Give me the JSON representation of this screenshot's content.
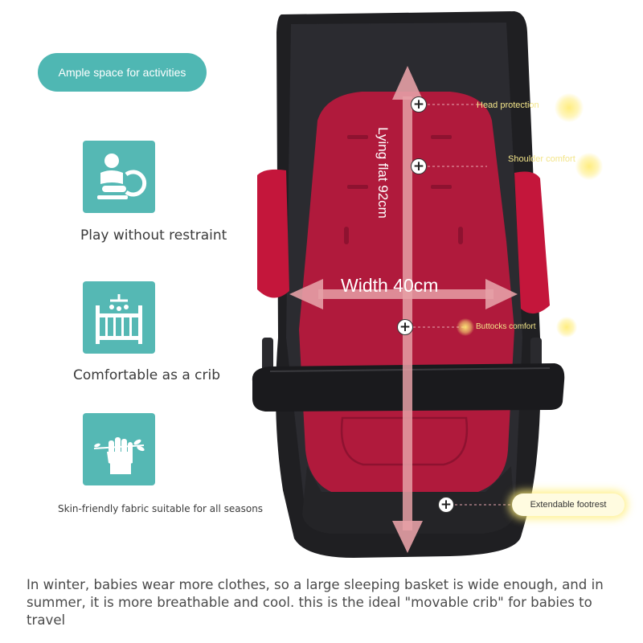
{
  "pill_label": "Ample space for activities",
  "features": [
    {
      "label": "Play without restraint",
      "icon": "child-play-icon"
    },
    {
      "label": "Comfortable as a crib",
      "icon": "crib-mobile-icon"
    },
    {
      "label": "Skin-friendly fabric suitable for all seasons",
      "icon": "hand-leaf-icon"
    }
  ],
  "stroller": {
    "length_label": "Lying flat 92cm",
    "width_label": "Width 40cm",
    "callouts": {
      "head": "Head protection",
      "shoulder": "Shoulder comfort",
      "buttocks": "Buttocks comfort",
      "footrest": "Extendable footrest"
    }
  },
  "description": "In winter, babies wear more clothes, so a large sleeping basket is wide enough, and in summer, it is more breathable and cool. this is the ideal \"movable crib\" for babies to travel",
  "colors": {
    "teal": "#55b8b4",
    "cushion_red": "#b01a3c",
    "frame_black": "#1f1f22",
    "arrow_pink": "#e6a0a6",
    "highlight_yellow": "#fff07a"
  }
}
